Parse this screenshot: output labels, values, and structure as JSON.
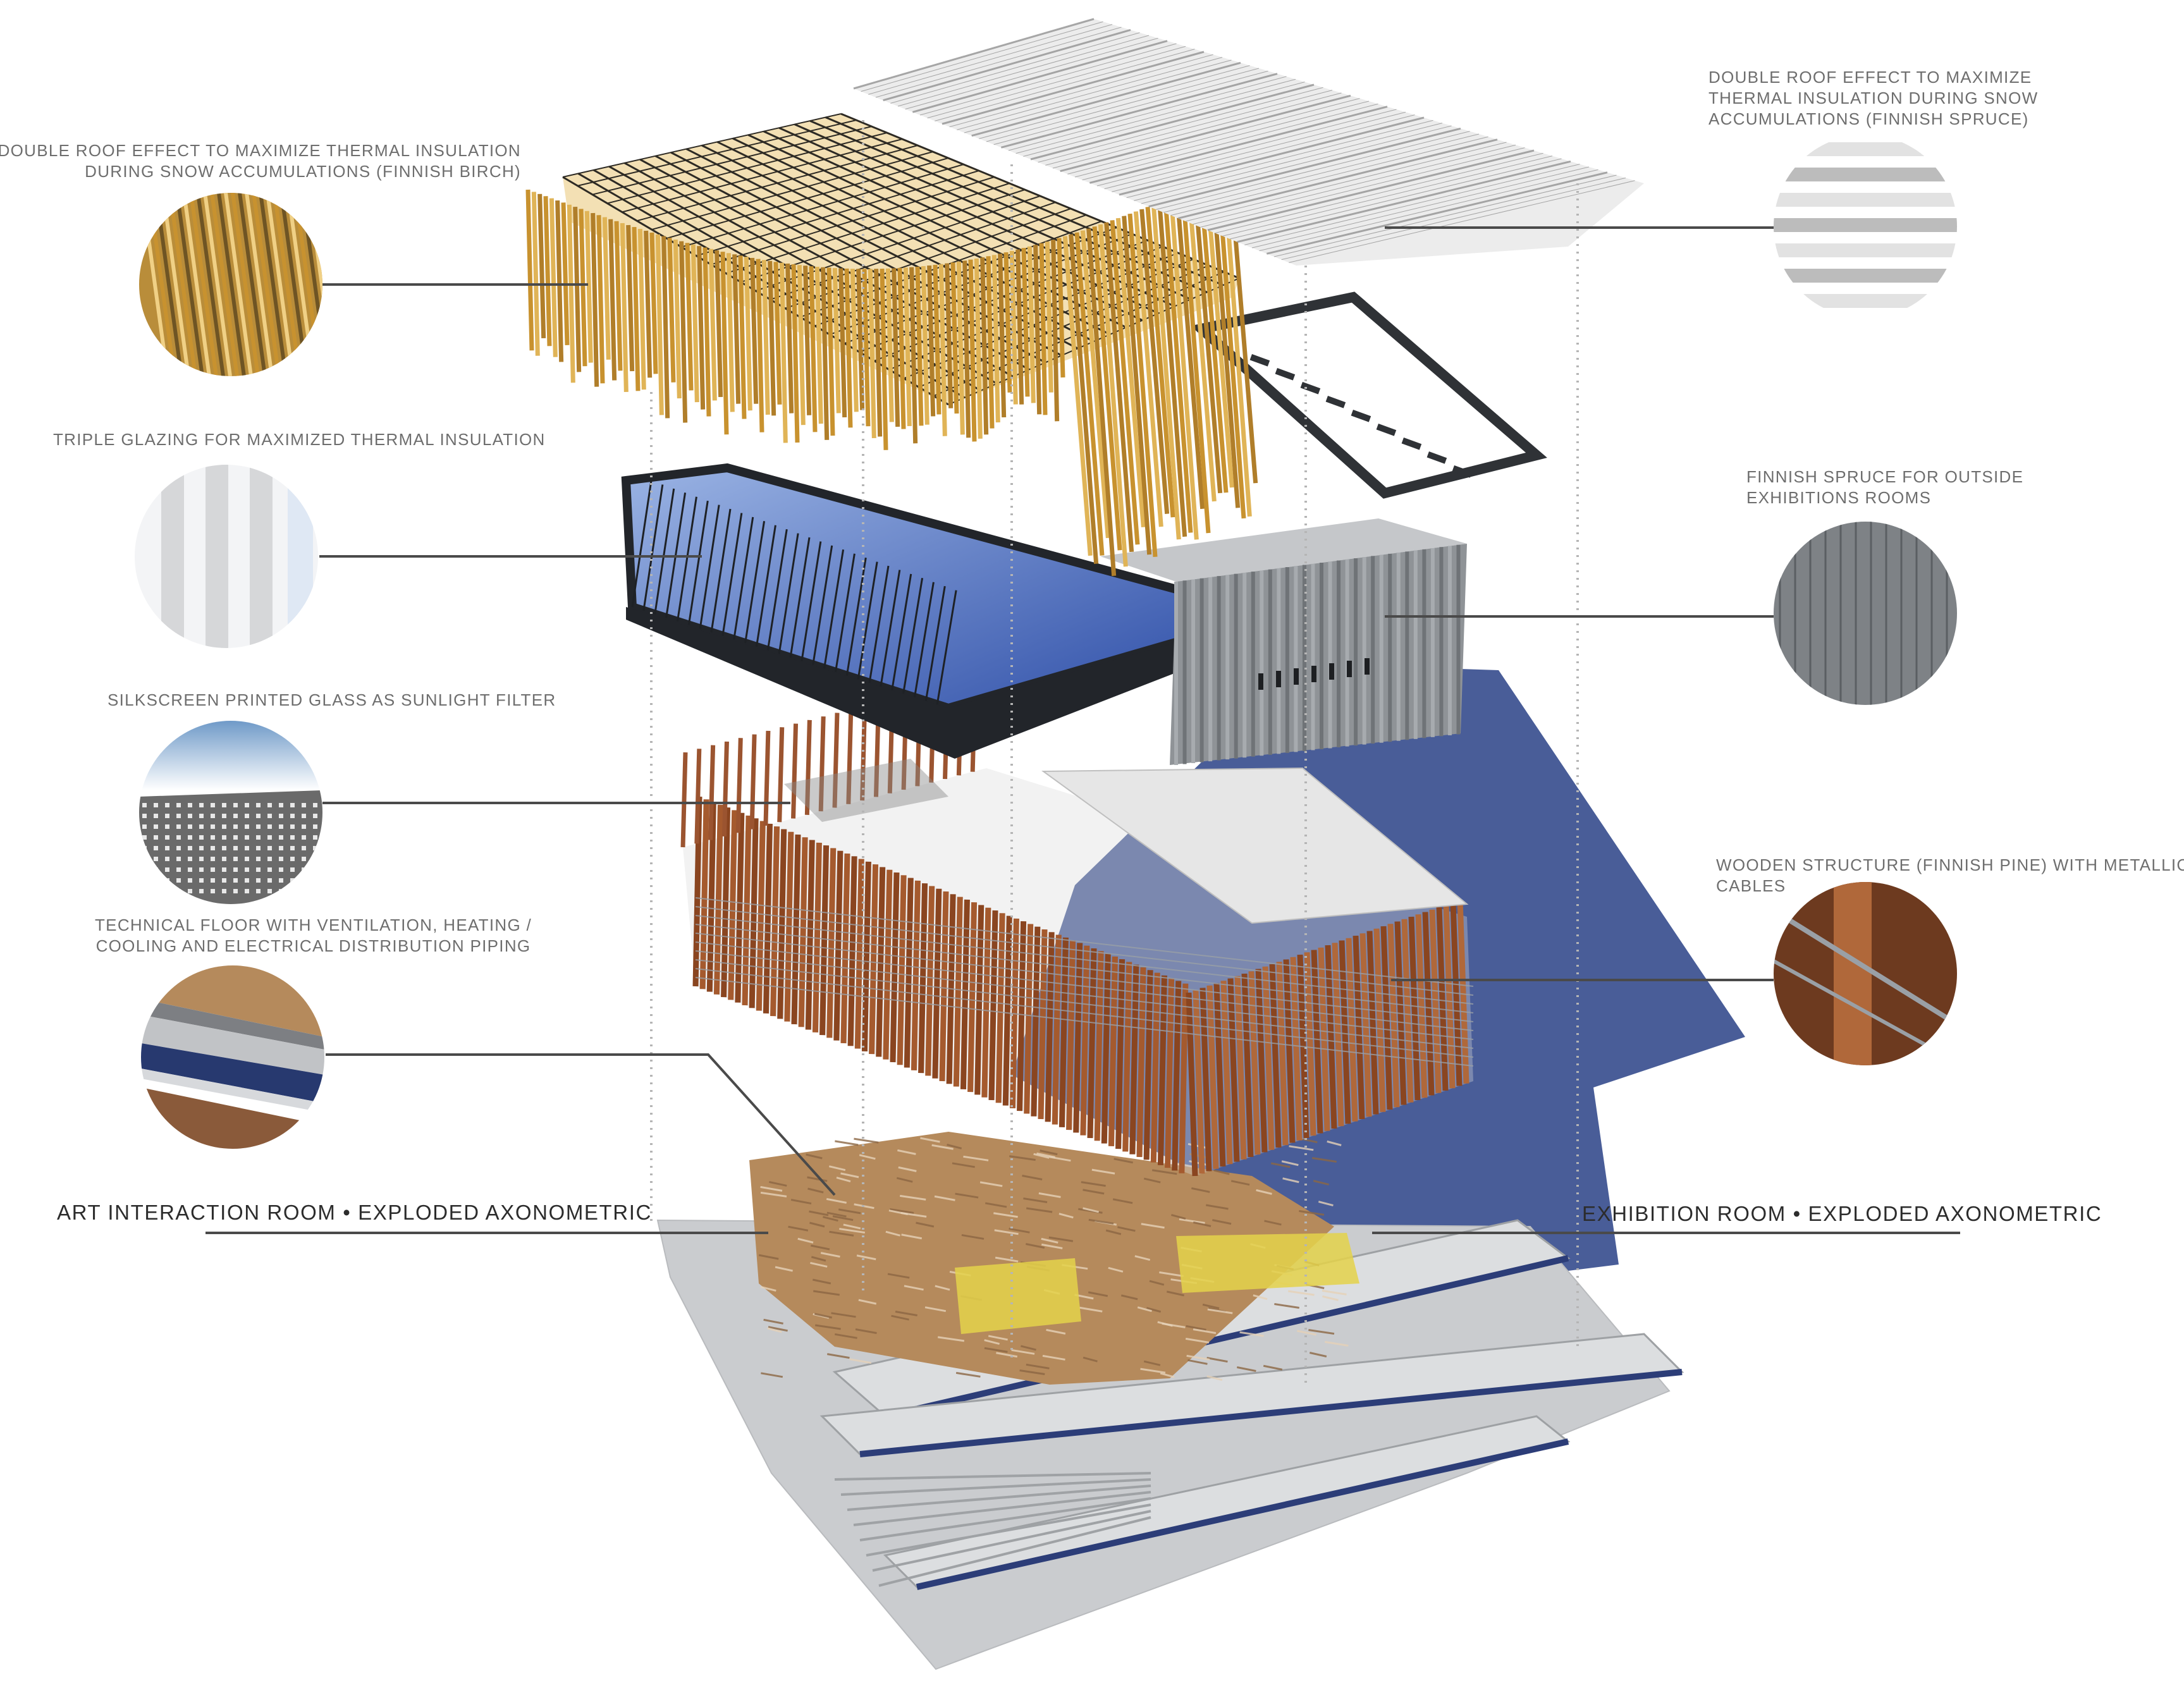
{
  "annotations": {
    "birch_roof": [
      "DOUBLE ROOF EFFECT TO MAXIMIZE THERMAL INSULATION",
      "DURING SNOW ACCUMULATIONS (FINNISH BIRCH)"
    ],
    "triple_glazing": [
      "TRIPLE GLAZING FOR MAXIMIZED THERMAL INSULATION"
    ],
    "silkscreen_glass": [
      "SILKSCREEN PRINTED GLASS AS SUNLIGHT FILTER"
    ],
    "technical_floor": [
      "TECHNICAL FLOOR WITH VENTILATION, HEATING /",
      "COOLING AND ELECTRICAL DISTRIBUTION PIPING"
    ],
    "spruce_roof": [
      "DOUBLE ROOF EFFECT TO MAXIMIZE",
      "THERMAL INSULATION DURING SNOW",
      "ACCUMULATIONS (FINNISH SPRUCE)"
    ],
    "spruce_walls": [
      "FINNISH SPRUCE FOR OUTSIDE",
      "EXHIBITIONS ROOMS"
    ],
    "pine_structure": [
      "WOODEN STRUCTURE (FINNISH PINE) WITH METALLIC",
      "CABLES"
    ]
  },
  "view_titles": {
    "art_room": "ART INTERACTION ROOM  •  EXPLODED AXONOMETRIC",
    "exhibition_room": "EXHIBITION ROOM  •  EXPLODED AXONOMETRIC"
  },
  "colors": {
    "birch": "#d4a13c",
    "pine": "#a55a2e",
    "glass_blue": "#3f60b2",
    "shadow_blue": "#3a4f8f",
    "concrete": "#c9cbcd",
    "spruce_grey": "#8b8f93",
    "steel": "#2f3236",
    "leader_line": "#4a4a4a",
    "label_text": "#6e6e6e"
  }
}
